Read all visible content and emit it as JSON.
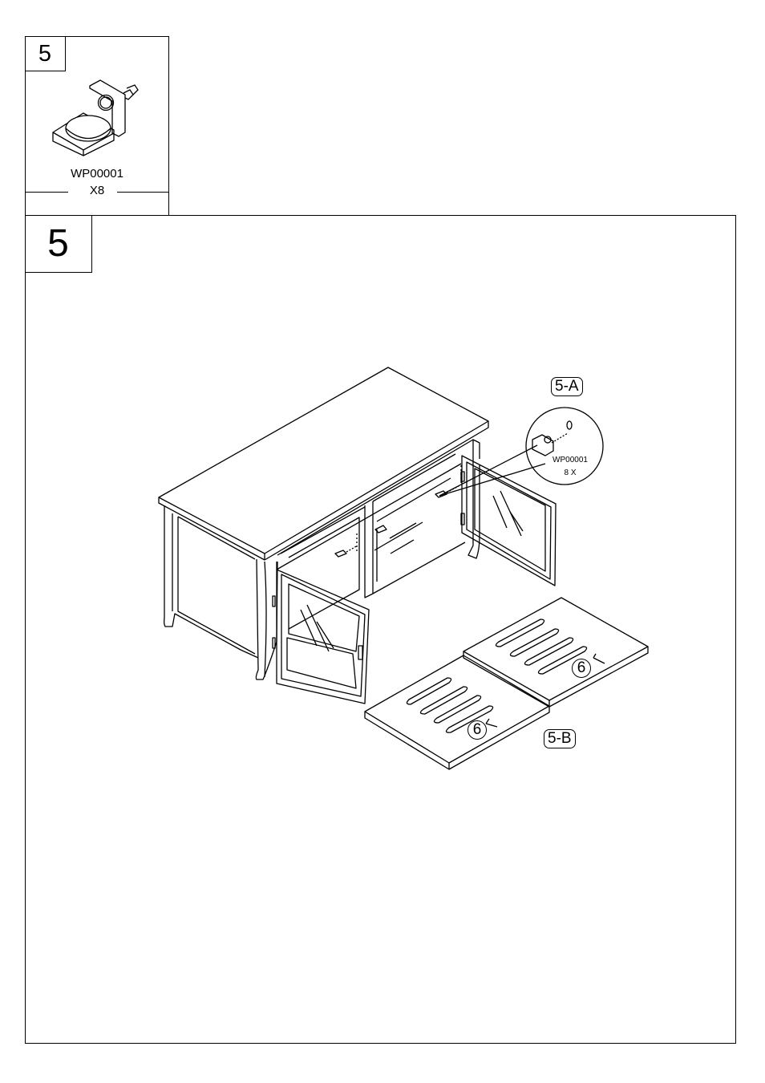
{
  "parts_panel": {
    "step_number": "5",
    "part_code": "WP00001",
    "quantity": "X8"
  },
  "main_panel": {
    "step_number": "5",
    "callout_a": "5-A",
    "callout_b": "5-B",
    "detail_part_code": "WP00001",
    "detail_quantity": "8 X",
    "shelf_label_1": "6",
    "shelf_label_2": "6"
  }
}
